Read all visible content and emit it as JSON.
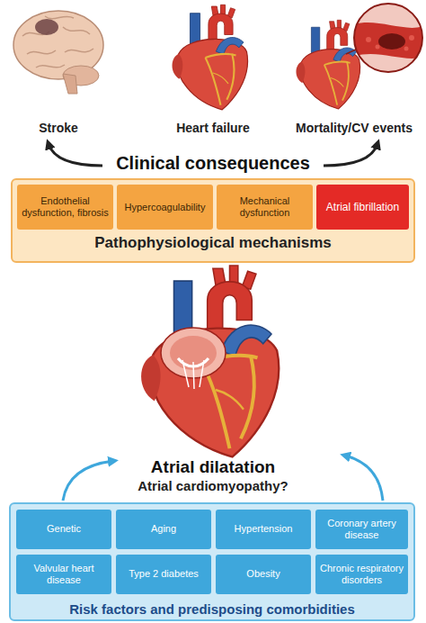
{
  "diagram": {
    "nodes": [
      {
        "text": [
          "Pathophysiological mechanisms"
        ]
      },
      {
        "text": [
          "Endothelial dysfunction, fibrosis"
        ],
        "in": 0
      },
      {
        "text": [
          "Hypercoagulability"
        ],
        "in": 0
      },
      {
        "text": [
          "Mechanical dysfunction"
        ],
        "in": 0
      },
      {
        "text": [
          "Atrial fibrillation"
        ],
        "in": 0
      },
      {
        "text": [
          "Risk factors and predisposing comorbidities"
        ]
      },
      {
        "text": [
          "Genetic"
        ],
        "in": 5
      },
      {
        "text": [
          "Aging"
        ],
        "in": 5
      },
      {
        "text": [
          "Hypertension"
        ],
        "in": 5
      },
      {
        "text": [
          "Coronary artery disease"
        ],
        "in": 5
      },
      {
        "text": [
          "Valvular heart disease"
        ],
        "in": 5
      },
      {
        "text": [
          "Type 2 diabetes"
        ],
        "in": 5
      },
      {
        "text": [
          "Obesity"
        ],
        "in": 5
      },
      {
        "text": [
          "Chronic respiratory disorders"
        ],
        "in": 5
      }
    ],
    "labels": [
      "Stroke",
      "Heart failure",
      "Mortality/CV events",
      "Clinical consequences",
      "Atrial dilatation",
      "Atrial cardiomyopathy?"
    ]
  }
}
